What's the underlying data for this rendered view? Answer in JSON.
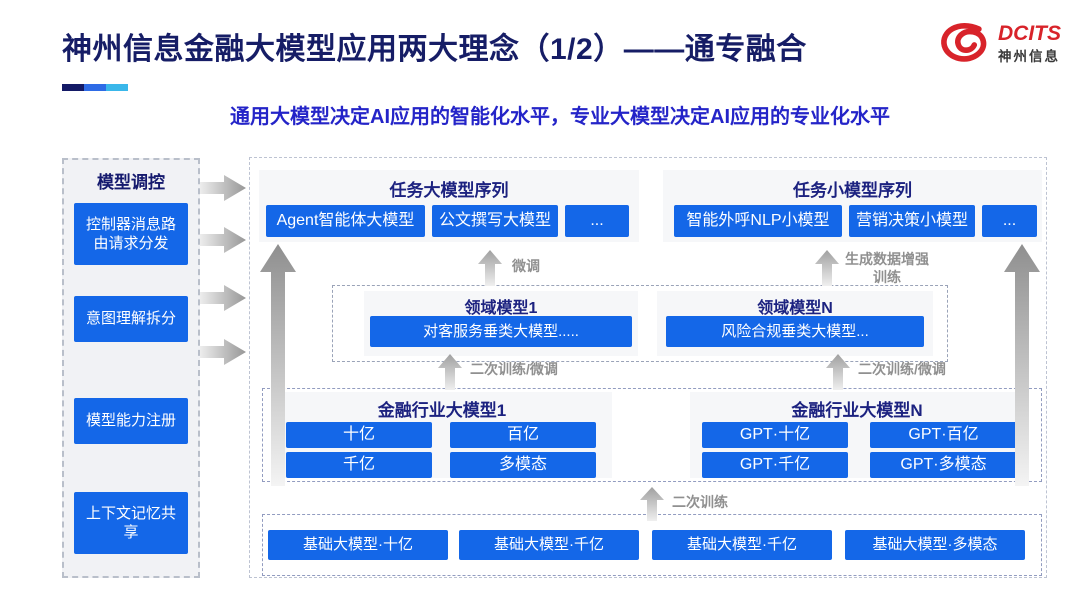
{
  "slide": {
    "title": "神州信息金融大模型应用两大理念（1/2）——通专融合",
    "subtitle": "通用大模型决定AI应用的智能化水平，专业大模型决定AI应用的专业化水平",
    "logo": {
      "brand": "DCITS",
      "brand_cn": "神州信息"
    }
  },
  "colors": {
    "accent_blue": "#1467e8",
    "title_navy": "#161d66",
    "subtitle_blue": "#2424c8",
    "brand_red": "#d8232a",
    "label_gray": "#909090",
    "bar_segments": [
      "#141a66",
      "#2e6be6",
      "#3ab7ea"
    ]
  },
  "sidebar": {
    "title": "模型调控",
    "items": [
      "控制器消息路由请求分发",
      "意图理解拆分",
      "模型能力注册",
      "上下文记忆共享"
    ]
  },
  "task_large": {
    "title": "任务大模型序列",
    "items": [
      "Agent智能体大模型",
      "公文撰写大模型",
      "..."
    ]
  },
  "task_small": {
    "title": "任务小模型序列",
    "items": [
      "智能外呼NLP小模型",
      "营销决策小模型",
      "..."
    ]
  },
  "domain_layer": {
    "groups": [
      {
        "title": "领域模型1",
        "item": "对客服务垂类大模型....."
      },
      {
        "title": "领域模型N",
        "item": "风险合规垂类大模型..."
      }
    ]
  },
  "industry_layer": {
    "groups": [
      {
        "title": "金融行业大模型1",
        "items": [
          "十亿",
          "百亿",
          "千亿",
          "多模态"
        ]
      },
      {
        "title": "金融行业大模型N",
        "items": [
          "GPT·十亿",
          "GPT·百亿",
          "GPT·千亿",
          "GPT·多模态"
        ]
      }
    ]
  },
  "base_layer": {
    "items": [
      "基础大模型·十亿",
      "基础大模型·千亿",
      "基础大模型·千亿",
      "基础大模型·多模态"
    ]
  },
  "arrows": {
    "finetune": "微调",
    "gen_data_training": "生成数据增强训练",
    "retrain_finetune_left": "二次训练/微调",
    "retrain_finetune_right": "二次训练/微调",
    "retrain": "二次训练"
  }
}
